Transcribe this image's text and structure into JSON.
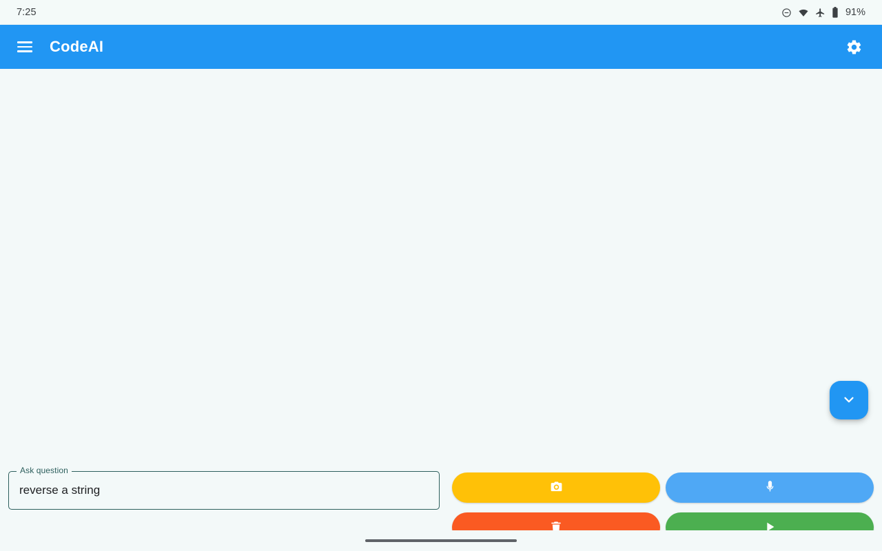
{
  "status_bar": {
    "time": "7:25",
    "battery_percent": "91%",
    "icons": [
      "do-not-disturb-icon",
      "wifi-icon",
      "airplane-mode-icon",
      "battery-icon"
    ]
  },
  "app_bar": {
    "menu_icon": "hamburger-menu-icon",
    "title": "CodeAI",
    "settings_icon": "gear-icon",
    "background_color": "#2196f3"
  },
  "content": {
    "background_color": "#f3f9f9",
    "fab": {
      "icon": "chevron-down-icon",
      "color": "#2196f3"
    }
  },
  "bottom_bar": {
    "input": {
      "label": "Ask question",
      "value": "reverse a string",
      "placeholder": "Ask question",
      "border_color": "#2d5f5d"
    },
    "buttons": [
      {
        "name": "camera-button",
        "icon": "camera-icon",
        "color": "#ffc107"
      },
      {
        "name": "microphone-button",
        "icon": "microphone-icon",
        "color": "#4fa8f5"
      },
      {
        "name": "clear-button",
        "icon": "trash-icon",
        "color": "#fa5a22"
      },
      {
        "name": "run-button",
        "icon": "play-icon",
        "color": "#4caf50"
      }
    ]
  },
  "navigation": {
    "gesture_pill": "home-gesture-pill"
  }
}
